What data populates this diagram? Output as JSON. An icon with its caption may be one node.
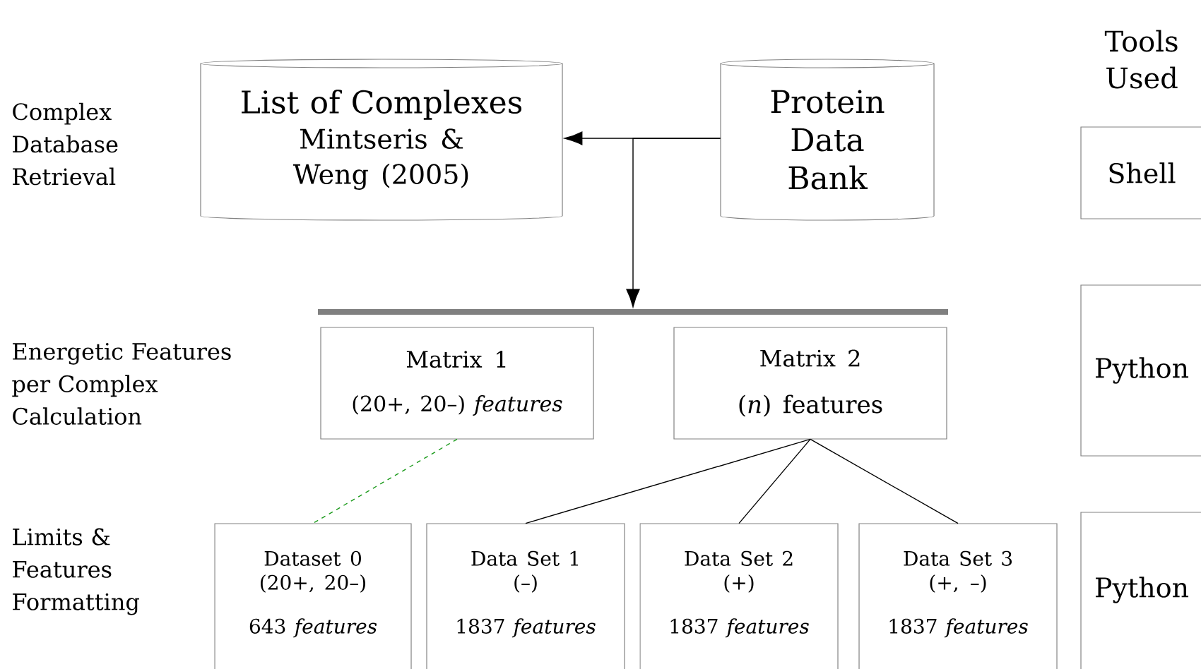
{
  "diagram": {
    "nodes": [
      {
        "text": [
          "List of Complexes",
          "Mintseris & Weng (2005)"
        ]
      },
      {
        "text": [
          "Protein Data Bank"
        ]
      },
      {
        "text": [],
        "shape": "bar"
      },
      {
        "text": [
          "Matrix 1",
          "(20+, 20–) *features*"
        ]
      },
      {
        "text": [
          "Matrix 2",
          "(*n*) features"
        ]
      },
      {
        "text": [
          "Dataset 0",
          "(20+, 20–)",
          "643 *features*"
        ]
      },
      {
        "text": [
          "Data Set 1",
          "(–)",
          "1837 *features*"
        ]
      },
      {
        "text": [
          "Data Set 2",
          "(+)",
          "1837 *features*"
        ]
      },
      {
        "text": [
          "Data Set 3",
          "(+, –)",
          "1837 *features*"
        ]
      },
      {
        "text": [
          "Shell"
        ]
      },
      {
        "text": [
          "Python"
        ]
      },
      {
        "text": [
          "Python"
        ]
      }
    ],
    "edges": [
      {
        "from": 1,
        "to": 0,
        "arrow": "to"
      },
      {
        "from": 1,
        "to": 2,
        "arrow": "to"
      },
      {
        "from": 3,
        "to": 5,
        "arrow": "none",
        "style": "dashed",
        "color": "#1a9a1a"
      },
      {
        "from": 4,
        "to": 6,
        "arrow": "none"
      },
      {
        "from": 4,
        "to": 7,
        "arrow": "none"
      },
      {
        "from": 4,
        "to": 8,
        "arrow": "none"
      }
    ],
    "labels": [
      "Tools Used",
      "Complex Database Retrieval",
      "Energetic Features per Complex Calculation",
      "Limits & Features Formatting"
    ]
  }
}
